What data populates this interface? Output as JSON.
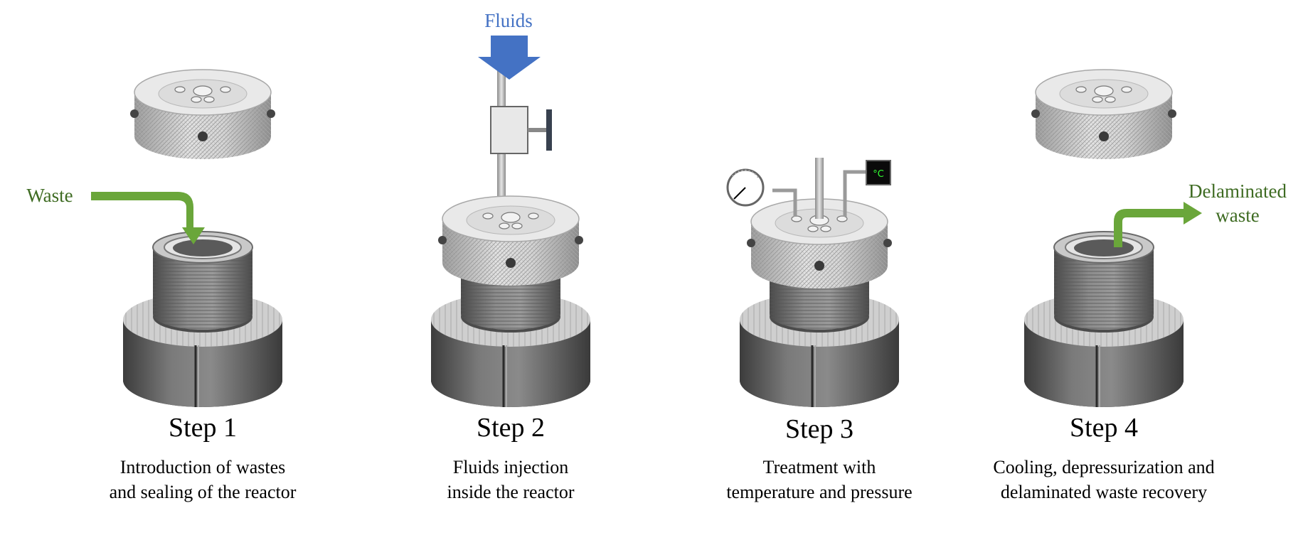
{
  "flows": {
    "fluids": "Fluids",
    "waste": "Waste",
    "delaminated_line1": "Delaminated",
    "delaminated_line2": "waste"
  },
  "steps": [
    {
      "title": "Step 1",
      "desc_line1": "Introduction of wastes",
      "desc_line2": "and sealing of the reactor"
    },
    {
      "title": "Step 2",
      "desc_line1": "Fluids injection",
      "desc_line2": "inside the reactor"
    },
    {
      "title": "Step 3",
      "desc_line1": "Treatment with",
      "desc_line2": "temperature and pressure"
    },
    {
      "title": "Step 4",
      "desc_line1": "Cooling, depressurization and",
      "desc_line2": "delaminated waste recovery"
    }
  ],
  "instruments": {
    "temp_unit": "°C"
  },
  "colors": {
    "flow_green": "#6aa63a",
    "flow_blue": "#4472c4",
    "label_green": "#3e6b22",
    "base_dark": "#5e5e5e",
    "lid_light": "#cfcfcf",
    "display_text": "#33ff33"
  }
}
